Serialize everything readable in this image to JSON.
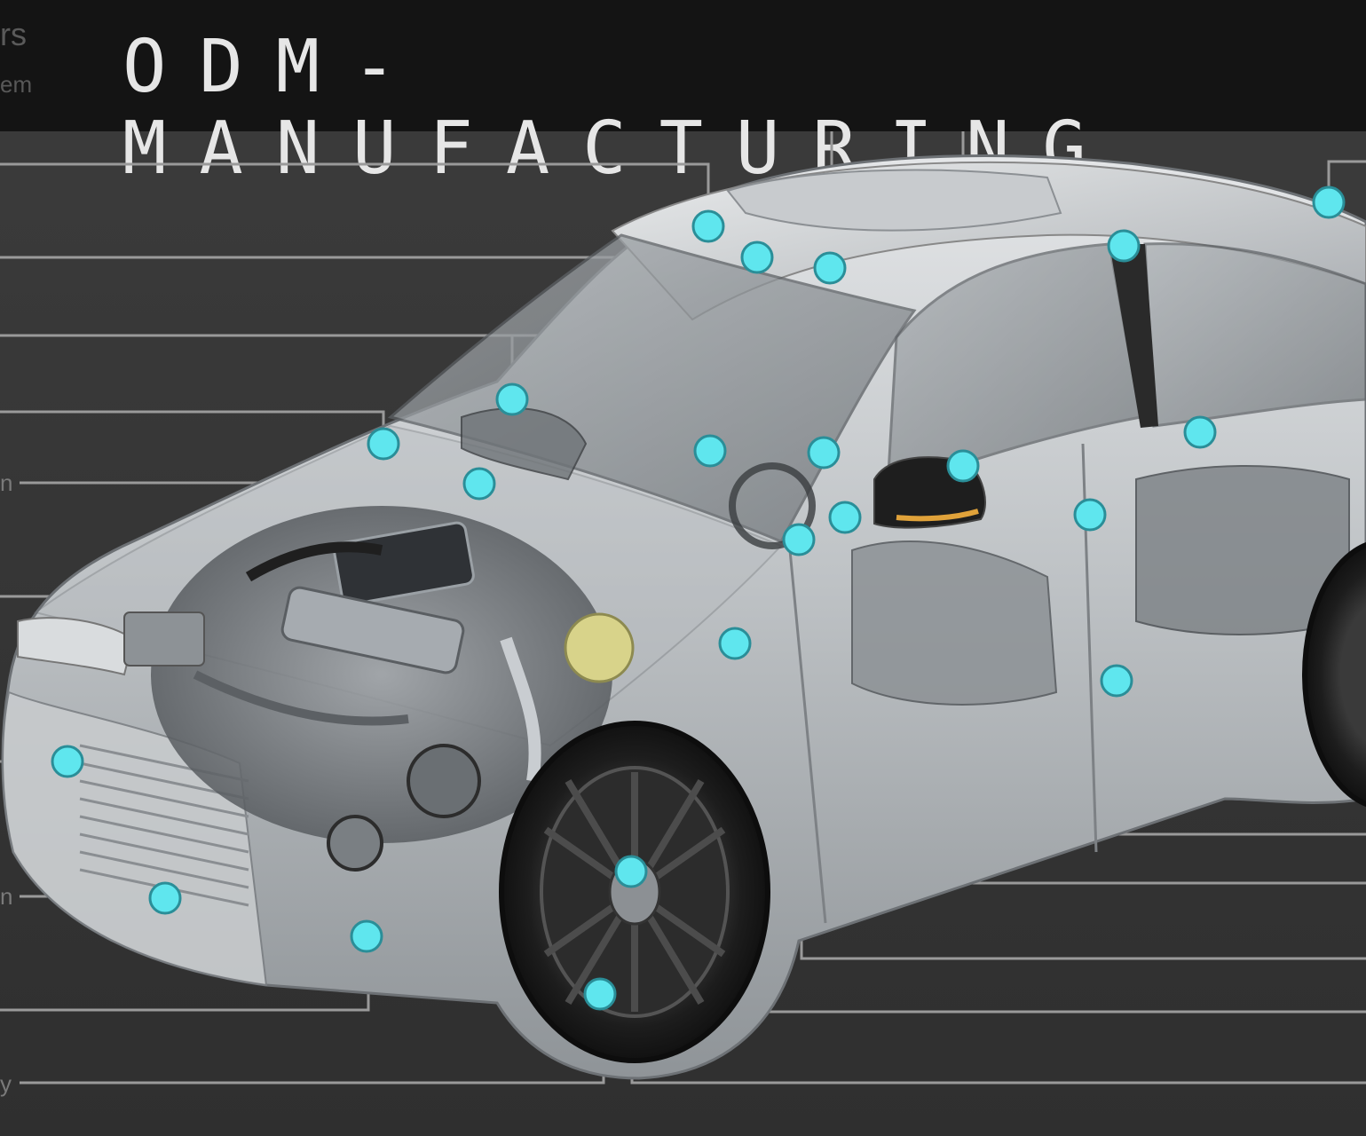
{
  "title": "ODM-MANUFACTURING",
  "edge_labels": [
    "rs",
    "em",
    "n",
    "n",
    "y"
  ],
  "colors": {
    "background": "#373737",
    "title_bar": "#141414",
    "title_text": "#e6e6e6",
    "leader_line": "#9a9a9a",
    "marker": "#5fe6ee",
    "marker_border": "#2a8e98",
    "car_body": "#c4c7ca",
    "glass": "#8e9397",
    "tire": "#1c1c1c",
    "turn_signal": "#e0a23a"
  },
  "illustration": "car-cutaway"
}
